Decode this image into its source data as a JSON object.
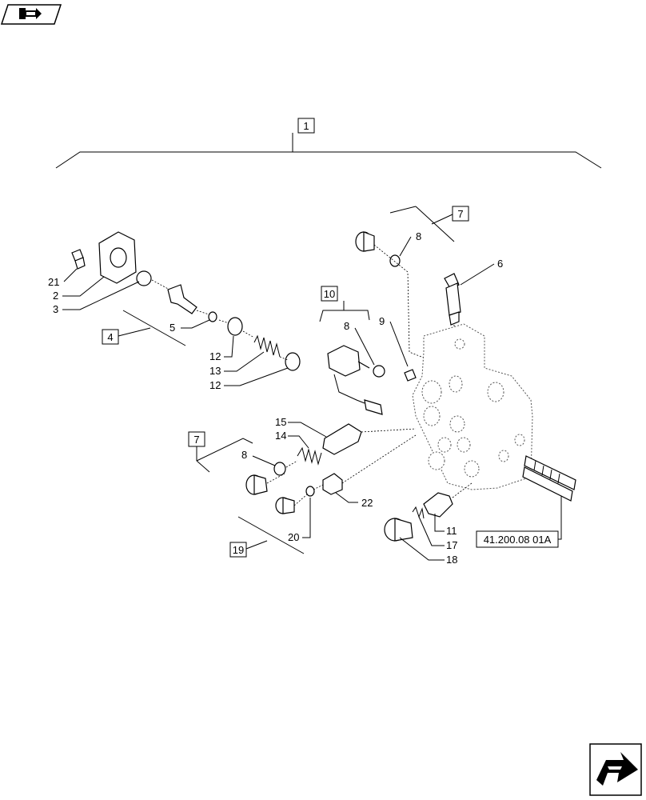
{
  "callouts": [
    {
      "id": "c1",
      "text": "1"
    },
    {
      "id": "c7a",
      "text": "7"
    },
    {
      "id": "c8a",
      "text": "8"
    },
    {
      "id": "c6",
      "text": "6"
    },
    {
      "id": "c21",
      "text": "21"
    },
    {
      "id": "c2",
      "text": "2"
    },
    {
      "id": "c3",
      "text": "3"
    },
    {
      "id": "c4",
      "text": "4"
    },
    {
      "id": "c5",
      "text": "5"
    },
    {
      "id": "c10",
      "text": "10"
    },
    {
      "id": "c8b",
      "text": "8"
    },
    {
      "id": "c9",
      "text": "9"
    },
    {
      "id": "c12a",
      "text": "12"
    },
    {
      "id": "c13",
      "text": "13"
    },
    {
      "id": "c12b",
      "text": "12"
    },
    {
      "id": "c15",
      "text": "15"
    },
    {
      "id": "c14",
      "text": "14"
    },
    {
      "id": "c7b",
      "text": "7"
    },
    {
      "id": "c8c",
      "text": "8"
    },
    {
      "id": "c22",
      "text": "22"
    },
    {
      "id": "c20",
      "text": "20"
    },
    {
      "id": "c19",
      "text": "19"
    },
    {
      "id": "c11",
      "text": "11"
    },
    {
      "id": "c17",
      "text": "17"
    },
    {
      "id": "c18",
      "text": "18"
    },
    {
      "id": "cref",
      "text": "41.200.08 01A"
    }
  ],
  "icons": {
    "top_left": "back-arrow-icon",
    "bottom_right": "forward-arrow-icon"
  },
  "colors": {
    "line": "#000000",
    "background": "#ffffff"
  }
}
